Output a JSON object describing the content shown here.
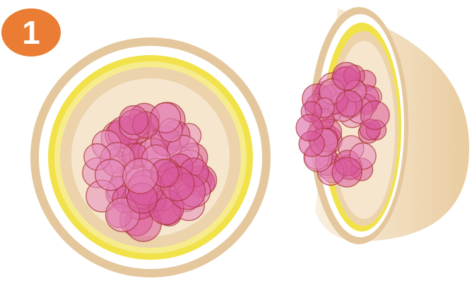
{
  "badge": {
    "label": "1",
    "color": "#ea7d33"
  },
  "colors": {
    "shell_outer": "#e4c79c",
    "shell_gap": "#ffffff",
    "yellow_ring": "#f2e24a",
    "yellow_ring_light": "#f6ec8e",
    "mid_ring": "#ecd3ac",
    "inner_disc": "#f5e6cd",
    "cell_fill": "#d9589b",
    "cell_fill_light": "#e58bbd",
    "cell_stroke": "#a83232",
    "hemisphere_shade": "#e9cc9f",
    "hemisphere_light": "#faf0e0"
  },
  "figures": [
    {
      "view": "cross-section"
    },
    {
      "view": "half-sphere"
    }
  ]
}
